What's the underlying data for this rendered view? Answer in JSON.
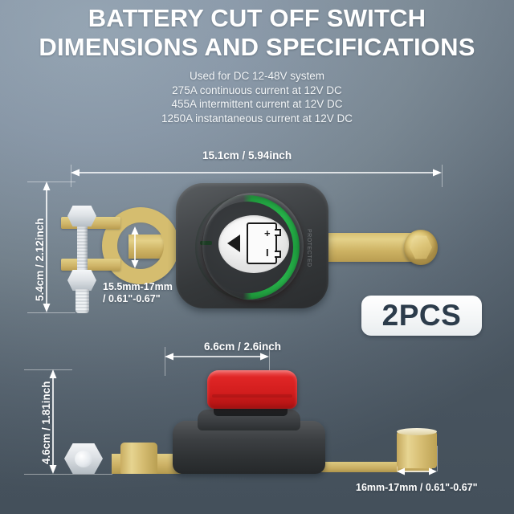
{
  "header": {
    "title_line1": "BATTERY CUT OFF SWITCH",
    "title_line2": "DIMENSIONS AND SPECIFICATIONS",
    "specs": [
      "Used for DC 12-48V system",
      "275A continuous current at 12V DC",
      "455A intermittent current at 12V DC",
      "1250A instantaneous current at 12V DC"
    ]
  },
  "badge": {
    "label": "2PCS"
  },
  "top_view": {
    "width_label": "15.1cm / 5.94inch",
    "height_label": "5.4cm / 2.12inch",
    "terminal_label_line1": "15.5mm-17mm",
    "terminal_label_line2": "/ 0.61\"-0.67\""
  },
  "side_view": {
    "width_label": "6.6cm / 2.6inch",
    "height_label": "4.6cm / 1.81inch",
    "post_label": "16mm-17mm / 0.61\"-0.67\""
  },
  "switch_face": {
    "plus_symbol": "+",
    "minus_symbol": "I",
    "body_marking": "PROTECTED"
  },
  "colors": {
    "background_top": "#93a3b1",
    "background_bottom": "#4c5863",
    "knob_red": "#e02626",
    "ring_green": "#1f9a3c",
    "brass": "#d4bb70",
    "housing_black": "#35383a",
    "text_white": "#ffffff",
    "badge_text": "#2c3c4b"
  }
}
